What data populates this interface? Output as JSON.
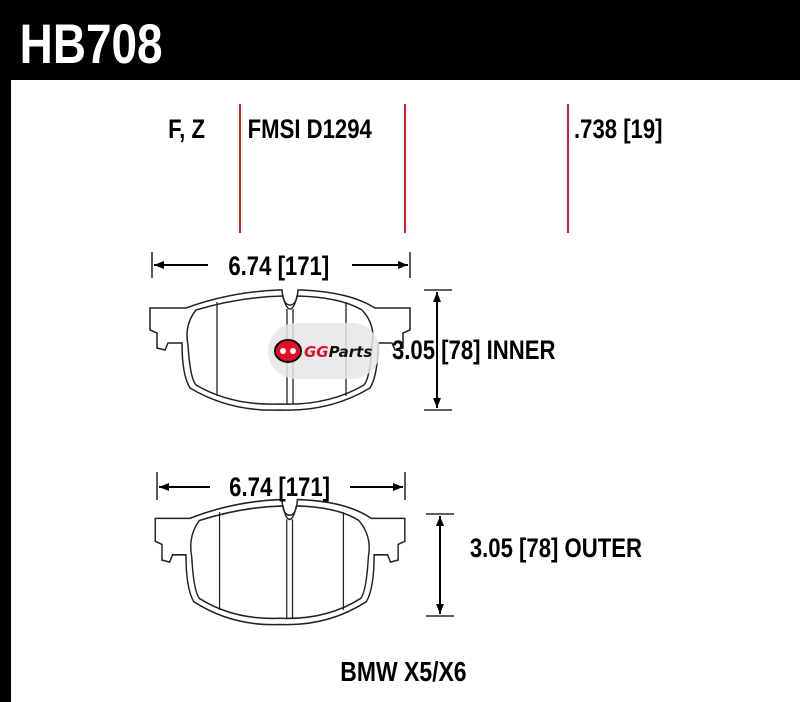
{
  "header": {
    "part_number": "HB708"
  },
  "specs": {
    "compounds": "F, Z",
    "fmsi": "FMSI D1294",
    "thickness": ".738 [19]"
  },
  "inner_pad": {
    "width": "6.74 [171]",
    "height": "3.05 [78] INNER"
  },
  "outer_pad": {
    "width": "6.74 [171]",
    "height": "3.05 [78] OUTER"
  },
  "application": "BMW X5/X6",
  "watermark": {
    "text": "GGParts"
  },
  "colors": {
    "header": "#000000",
    "red_line": "#d0202a",
    "watermark_red": "#e0102a"
  }
}
